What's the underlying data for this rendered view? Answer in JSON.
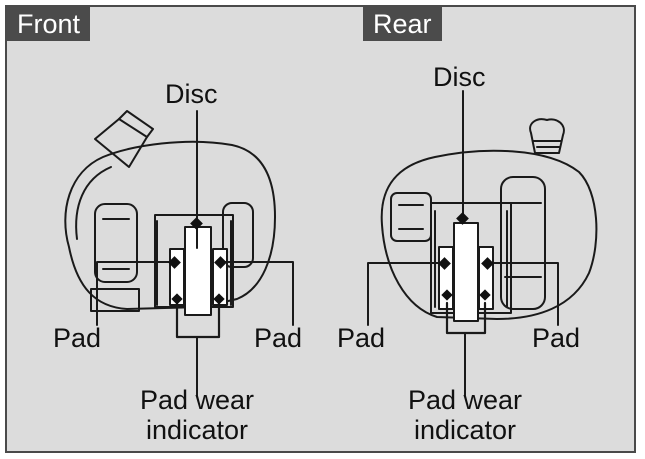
{
  "panels": {
    "front": {
      "title": "Front",
      "labels": {
        "disc": "Disc",
        "pad_left": "Pad",
        "pad_right": "Pad",
        "indicator_line1": "Pad wear",
        "indicator_line2": "indicator"
      }
    },
    "rear": {
      "title": "Rear",
      "labels": {
        "disc": "Disc",
        "pad_left": "Pad",
        "pad_right": "Pad",
        "indicator_line1": "Pad wear",
        "indicator_line2": "indicator"
      }
    }
  },
  "colors": {
    "panel_background": "#dcdcdc",
    "tag_background": "#4b4b4b",
    "drawing_stroke": "#1a1a1a",
    "highlight_fill": "#ffffff"
  }
}
